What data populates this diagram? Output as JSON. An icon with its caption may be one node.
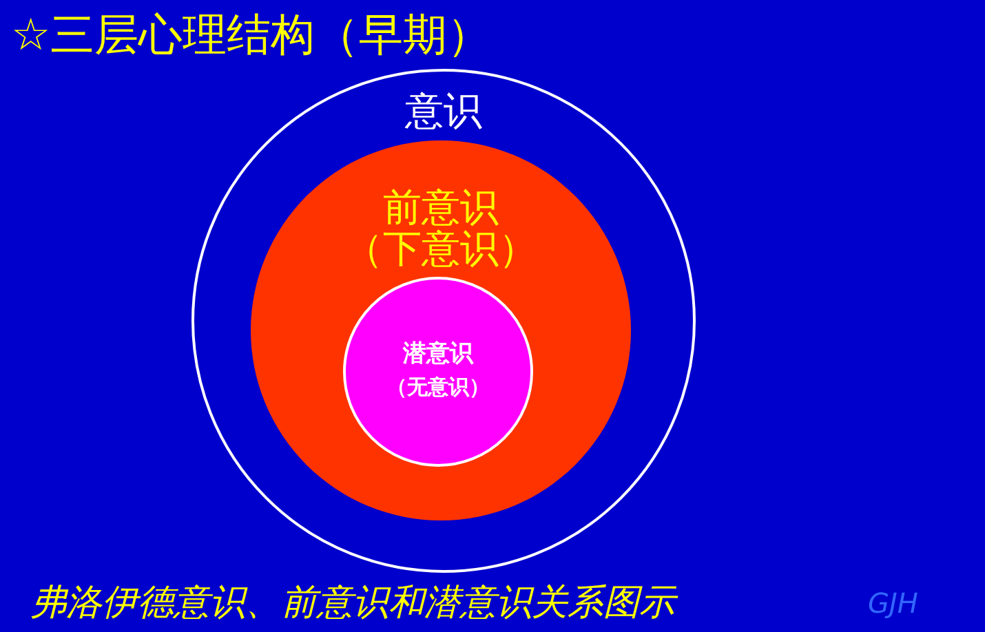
{
  "diagram": {
    "title": "☆三层心理结构（早期）",
    "caption": "弗洛伊德意识、前意识和潜意识关系图示",
    "nodes": [
      {
        "text": [
          "意识"
        ]
      },
      {
        "text": [
          "前意识",
          "（下意识）"
        ],
        "in": 0
      },
      {
        "text": [
          "潜意识",
          "（无意识）"
        ],
        "in": 1
      }
    ],
    "labels": [
      "GJH"
    ]
  }
}
